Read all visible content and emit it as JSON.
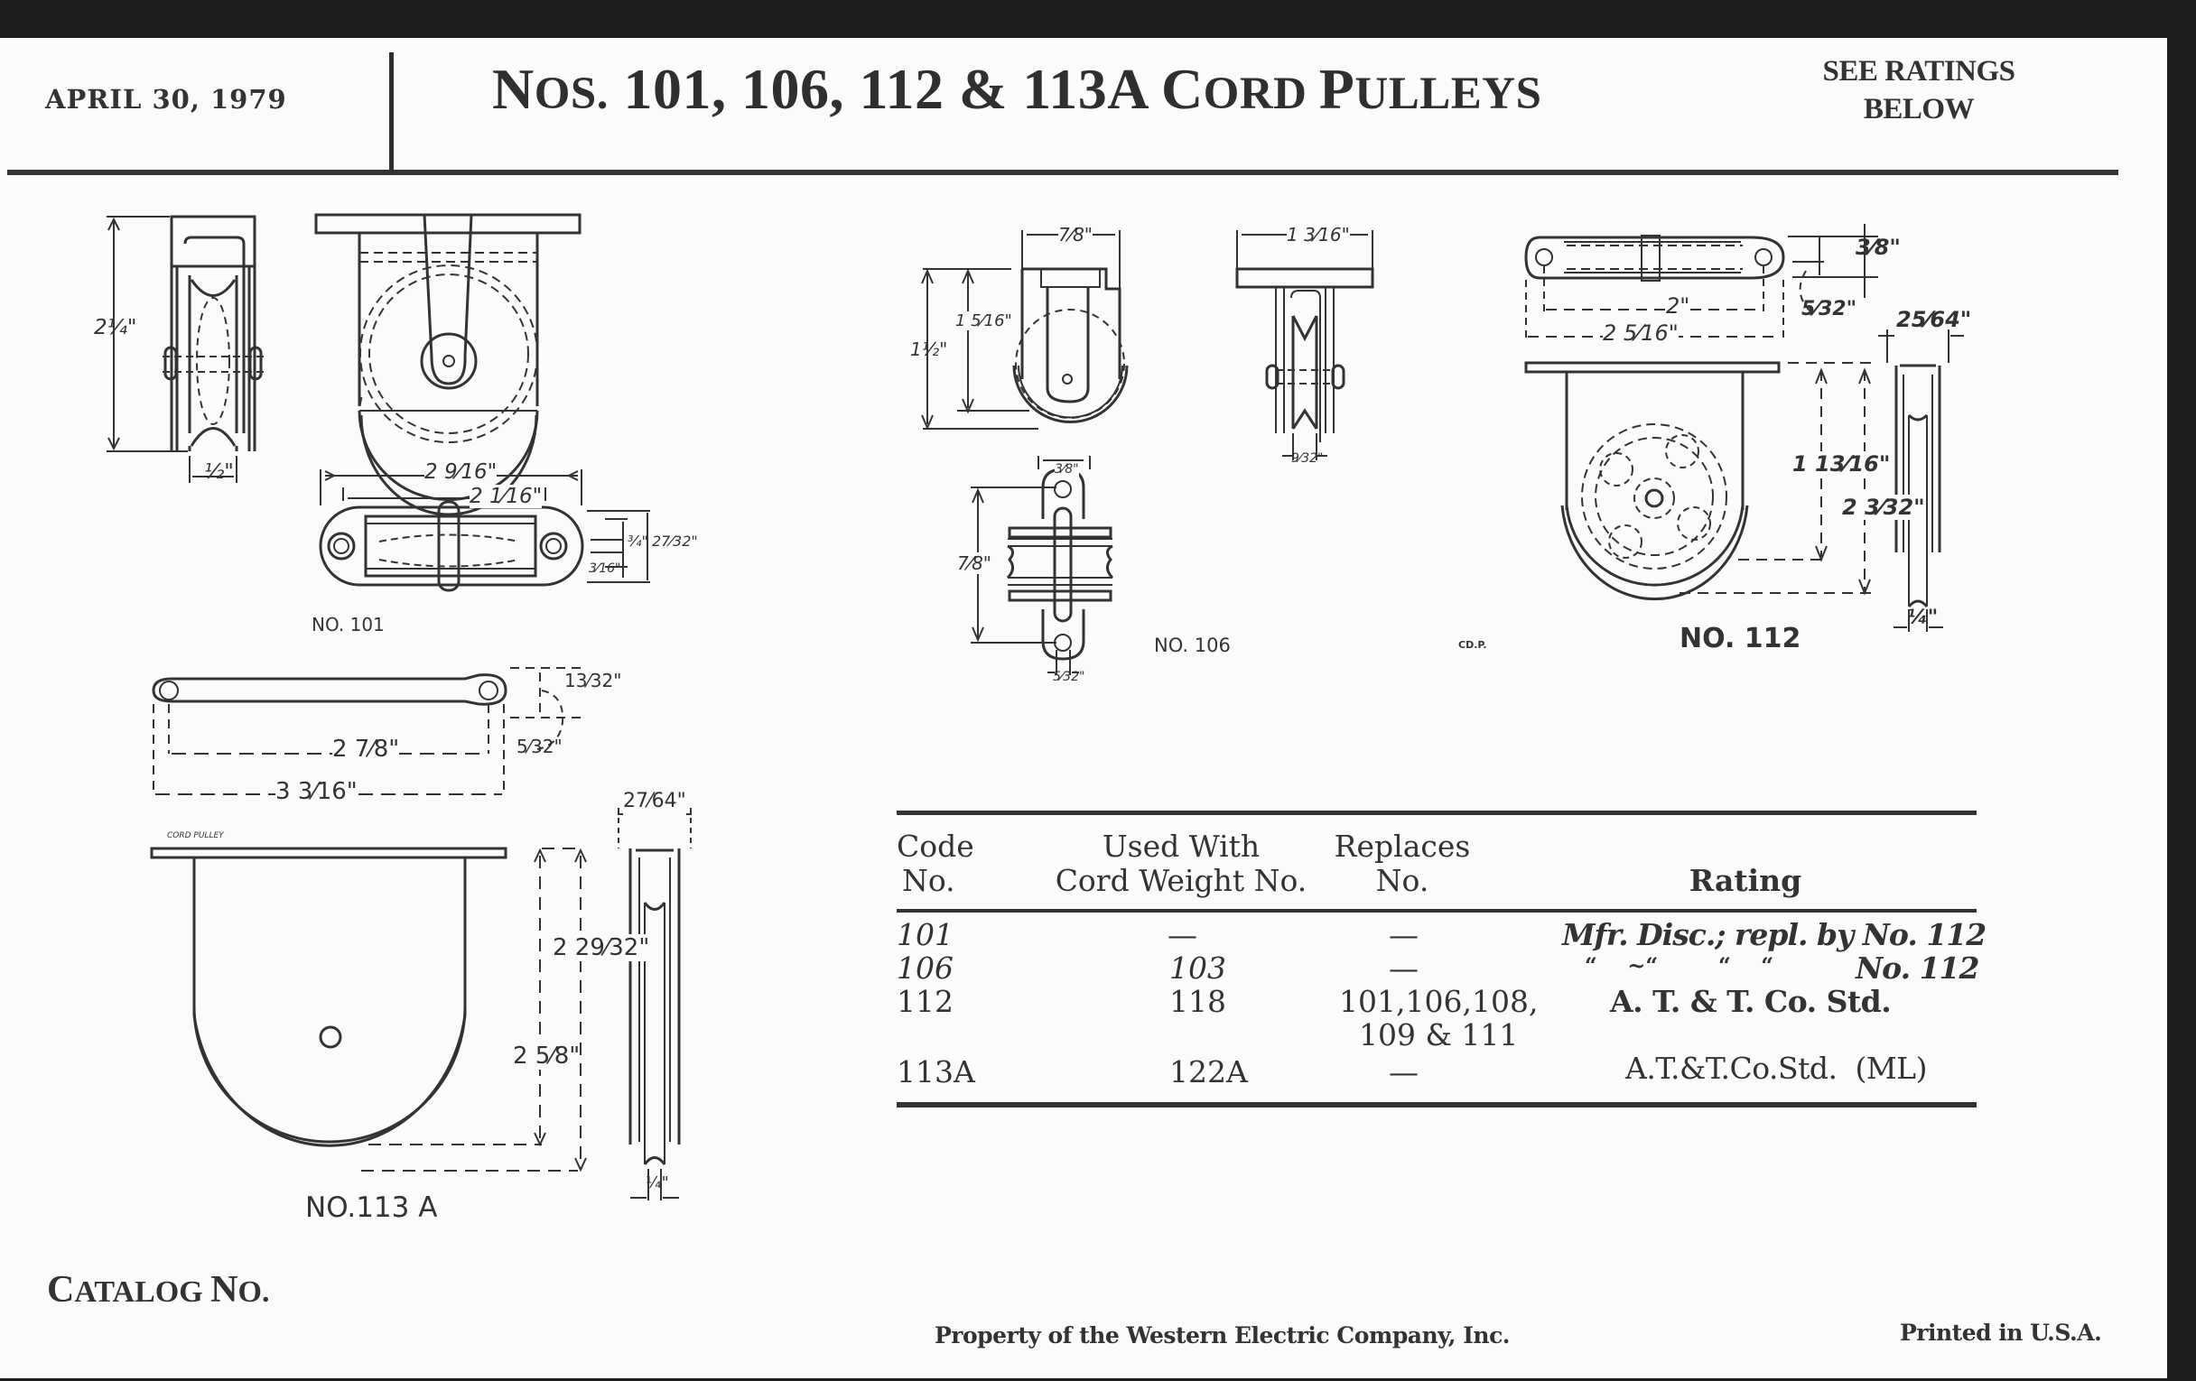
{
  "header": {
    "date": "APRIL 30, 1979",
    "title_prefix": "N",
    "title_prefix_sc": "OS.",
    "title_numbers": " 101, 106, 112 & 113A ",
    "title_word1_cap": "C",
    "title_word1_sc": "ORD ",
    "title_word2_cap": "P",
    "title_word2_sc": "ULLEYS",
    "ratings_note_line1": "SEE RATINGS",
    "ratings_note_line2": "BELOW"
  },
  "drawings": {
    "no101": {
      "label": "NO. 101",
      "dims": {
        "height": "2¼\"",
        "width": "½\"",
        "overall": "2 9⁄16\"",
        "hole_centers": "2 1⁄16\"",
        "base_width": "¾\"",
        "total_width": "27⁄32\"",
        "hole": "3⁄16\""
      }
    },
    "no106": {
      "label": "NO. 106",
      "dims": {
        "width": "7⁄8\"",
        "height": "1½\"",
        "center_height": "1 5⁄16\"",
        "plate_width": "1 3⁄16\"",
        "groove": "9⁄32\"",
        "base_width": "3⁄8\"",
        "hole_centers": "7⁄8\"",
        "hole": "5⁄32\""
      },
      "mark": "CD.P."
    },
    "no112": {
      "label": "NO. 112",
      "dims": {
        "hole_centers": "2\"",
        "overall": "2 5⁄16\"",
        "plate_width": "3⁄8\"",
        "hole": "5⁄32\"",
        "side_width": "25⁄64\"",
        "center_height": "1 13⁄16\"",
        "height": "2 3⁄32\"",
        "groove": "¼\""
      }
    },
    "no113a": {
      "label": "NO.113 A",
      "caption": "CORD PULLEY",
      "dims": {
        "hole_centers": "2 7⁄8\"",
        "overall": "3 3⁄16\"",
        "plate_width": "13⁄32\"",
        "hole": "5⁄32\"",
        "side_width": "27⁄64\"",
        "height": "2 29⁄32\"",
        "center_height": "2 5⁄8\"",
        "groove": "¼\""
      }
    }
  },
  "table": {
    "headers": {
      "code_line1": "Code",
      "code_line2": "No.",
      "used_line1": "Used With",
      "used_line2": "Cord Weight No.",
      "replaces_line1": "Replaces",
      "replaces_line2": "No.",
      "rating": "Rating"
    },
    "rows": [
      {
        "code": "101",
        "used_with": "—",
        "replaces": "—",
        "rating": "Mfr. Disc.; repl. by No. 112"
      },
      {
        "code": "106",
        "used_with": "103",
        "replaces": "—",
        "rating_ditto": "“    ~“        “    “",
        "rating": "No. 112"
      },
      {
        "code": "112",
        "used_with": "118",
        "replaces_line1": "101,106,108,",
        "replaces_line2": "109 & 111",
        "rating": "A. T. & T. Co. Std."
      },
      {
        "code": "113A",
        "used_with": "122A",
        "replaces": "—",
        "rating": "A.T.&T.Co.Std.  (ML)"
      }
    ]
  },
  "footer": {
    "catalog_cap": "C",
    "catalog_sc": "ATALOG ",
    "catalog_no_cap": "N",
    "catalog_no_sc": "O.",
    "property": "Property of the Western Electric Company, Inc.",
    "printed": "Printed in U.S.A."
  }
}
